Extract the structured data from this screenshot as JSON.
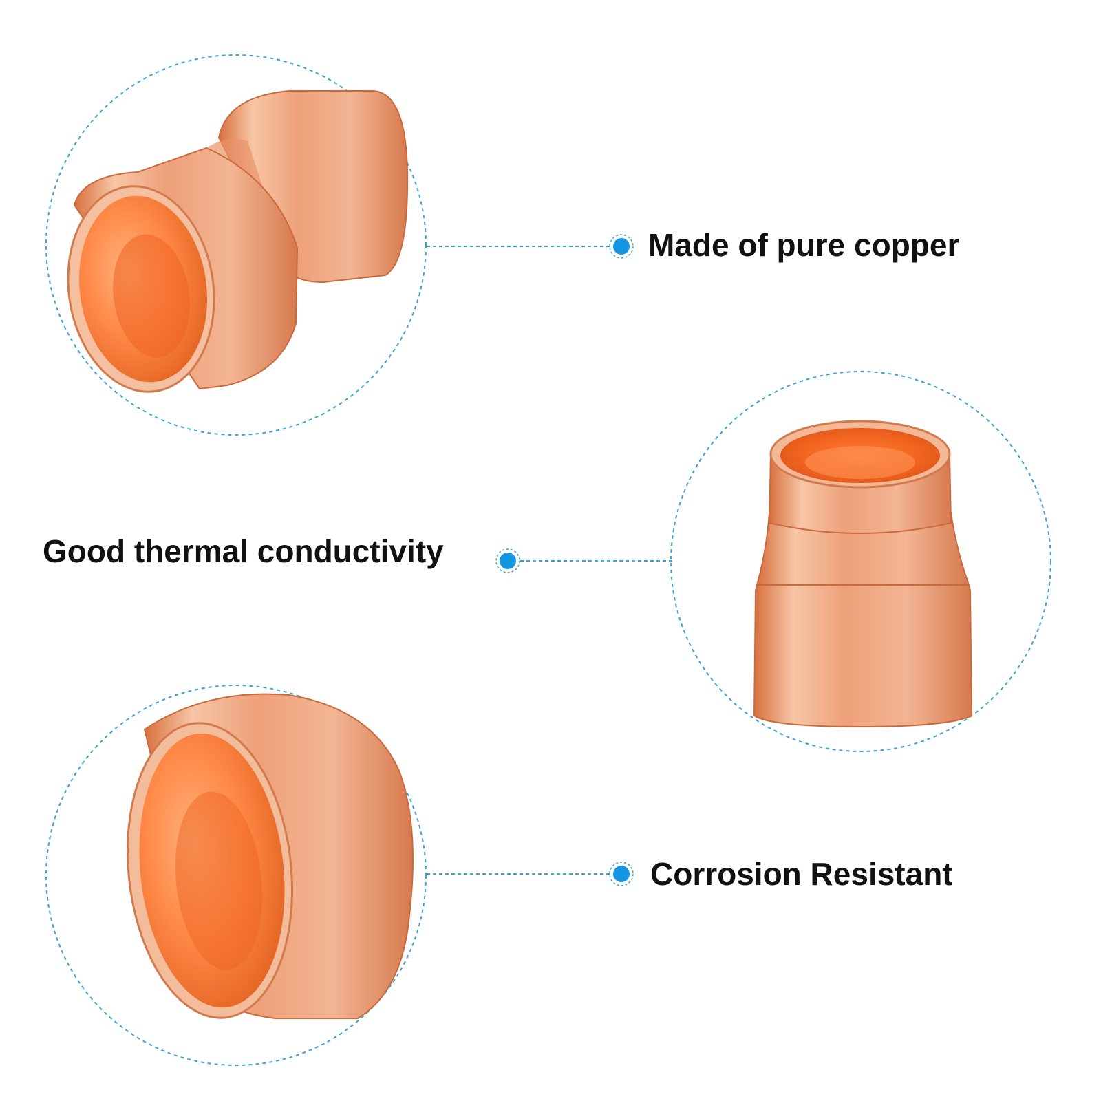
{
  "features": [
    {
      "label": "Made of pure copper"
    },
    {
      "label": "Good thermal conductivity"
    },
    {
      "label": "Corrosion Resistant"
    }
  ],
  "colors": {
    "background": "#ffffff",
    "accent_dot": "#1496e0",
    "dashed_line": "#3aa3cf",
    "text": "#111111",
    "copper_light": "#f6c4a3",
    "copper_mid": "#e98e62",
    "copper_dark": "#c85a2c",
    "copper_interior": "#f06a2a"
  },
  "icons": [
    "copper-reducer-fitting-icon",
    "copper-reducer-upright-icon",
    "copper-cap-fitting-icon"
  ]
}
